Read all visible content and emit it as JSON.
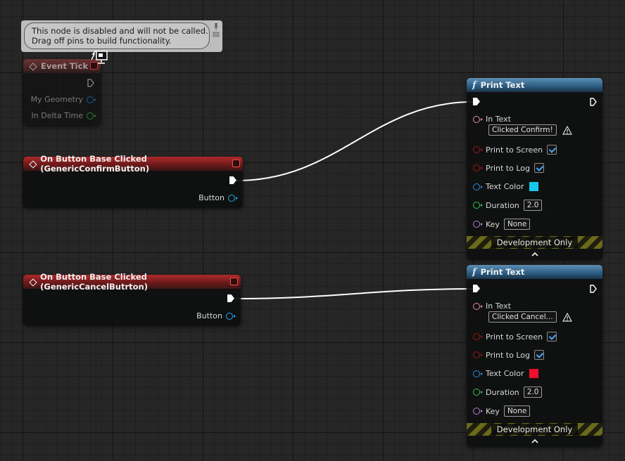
{
  "tooltip": {
    "line1": "This node is disabled and will not be called.",
    "line2": "Drag off pins to build functionality."
  },
  "event_tick": {
    "title": "Event Tick",
    "pin_geometry": "My Geometry",
    "pin_delta": "In Delta Time"
  },
  "confirm_event": {
    "title": "On Button Base Clicked (GenericConfirmButton)",
    "pin_button": "Button"
  },
  "cancel_event": {
    "title": "On Button Base Clicked (GenericCancelButrton)",
    "pin_button": "Button"
  },
  "print1": {
    "title": "Print Text",
    "in_text_label": "In Text",
    "in_text_value": "Clicked Confirm!",
    "print_screen_label": "Print to Screen",
    "print_log_label": "Print to Log",
    "text_color_label": "Text Color",
    "text_color": "#16c8ec",
    "duration_label": "Duration",
    "duration_value": "2.0",
    "key_label": "Key",
    "key_value": "None",
    "dev_only": "Development Only"
  },
  "print2": {
    "title": "Print Text",
    "in_text_label": "In Text",
    "in_text_value": "Clicked Cancel...",
    "print_screen_label": "Print to Screen",
    "print_log_label": "Print to Log",
    "text_color_label": "Text Color",
    "text_color": "#ee0f2e",
    "duration_label": "Duration",
    "duration_value": "2.0",
    "key_label": "Key",
    "key_value": "None",
    "dev_only": "Development Only"
  }
}
